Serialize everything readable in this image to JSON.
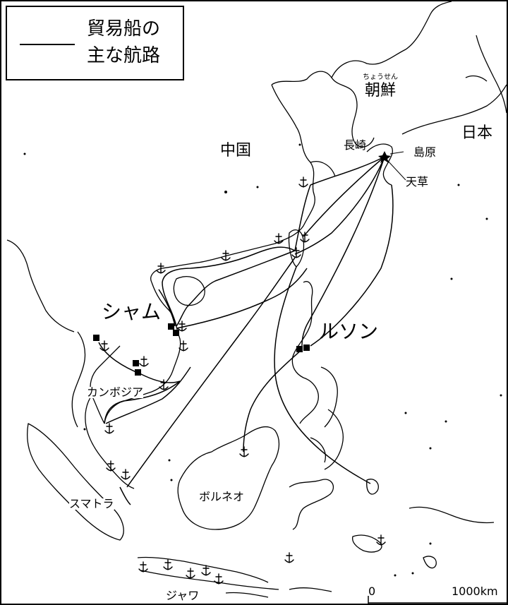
{
  "legend": {
    "line_1": "貿易船の",
    "line_2": "主な航路"
  },
  "labels": {
    "chosen_ruby": "ちょうせん",
    "chosen": "朝鮮",
    "china": "中国",
    "japan": "日本",
    "nagasaki": "長崎",
    "shimabara": "島原",
    "amakusa": "天草",
    "siam": "シャム",
    "luzon": "ルソン",
    "cambodia": "カンボジア",
    "sumatra": "スマトラ",
    "borneo": "ボルネオ",
    "java": "ジャワ"
  },
  "scale": {
    "zero": "0",
    "distance": "1000km"
  },
  "colors": {
    "ink": "#000000",
    "paper": "#ffffff"
  }
}
